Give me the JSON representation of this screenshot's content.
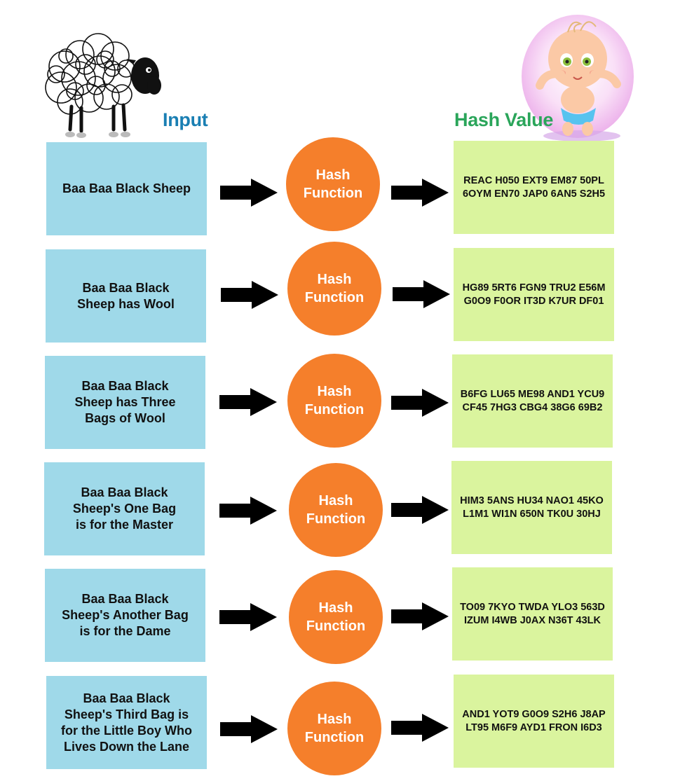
{
  "headings": {
    "input": "Input",
    "hash_value": "Hash Value"
  },
  "rows": [
    {
      "input": "Baa Baa Black Sheep",
      "function": "Hash\nFunction",
      "hash": "REAC H050 EXT9 EM87 50PL\n6OYM EN70 JAP0 6AN5 S2H5"
    },
    {
      "input": "Baa Baa Black\nSheep has Wool",
      "function": "Hash\nFunction",
      "hash": "HG89 5RT6 FGN9 TRU2 E56M\nG0O9 F0OR IT3D K7UR  DF01"
    },
    {
      "input": "Baa Baa Black\nSheep has Three\nBags of Wool",
      "function": "Hash\nFunction",
      "hash": "B6FG LU65 ME98 AND1 YCU9\nCF45 7HG3 CBG4 38G6  69B2"
    },
    {
      "input": "Baa Baa Black\nSheep's One Bag\nis for the Master",
      "function": "Hash\nFunction",
      "hash": "HIM3 5ANS HU34 NAO1 45KO\nL1M1 WI1N 650N TK0U  30HJ"
    },
    {
      "input": "Baa Baa Black\nSheep's Another Bag\nis for the Dame",
      "function": "Hash\nFunction",
      "hash": "TO09 7KYO TWDA YLO3 563D\nIZUM  I4WB  J0AX   N36T 43LK"
    },
    {
      "input": "Baa Baa Black\nSheep's Third Bag is\nfor the Little Boy Who\nLives Down the Lane",
      "function": "Hash\nFunction",
      "hash": "AND1 YOT9 G0O9 S2H6 J8AP\nLT95  M6F9  AYD1 FRON I6D3"
    }
  ],
  "colors": {
    "input_box": "#9fd9e9",
    "hash_function": "#f57f2b",
    "hash_box": "#daf49e",
    "input_heading": "#1a7fb3",
    "hash_heading": "#2aa55a"
  },
  "icons": {
    "sheep": "black-sheep-illustration",
    "baby": "baby-illustration",
    "arrow": "right-arrow-icon"
  }
}
